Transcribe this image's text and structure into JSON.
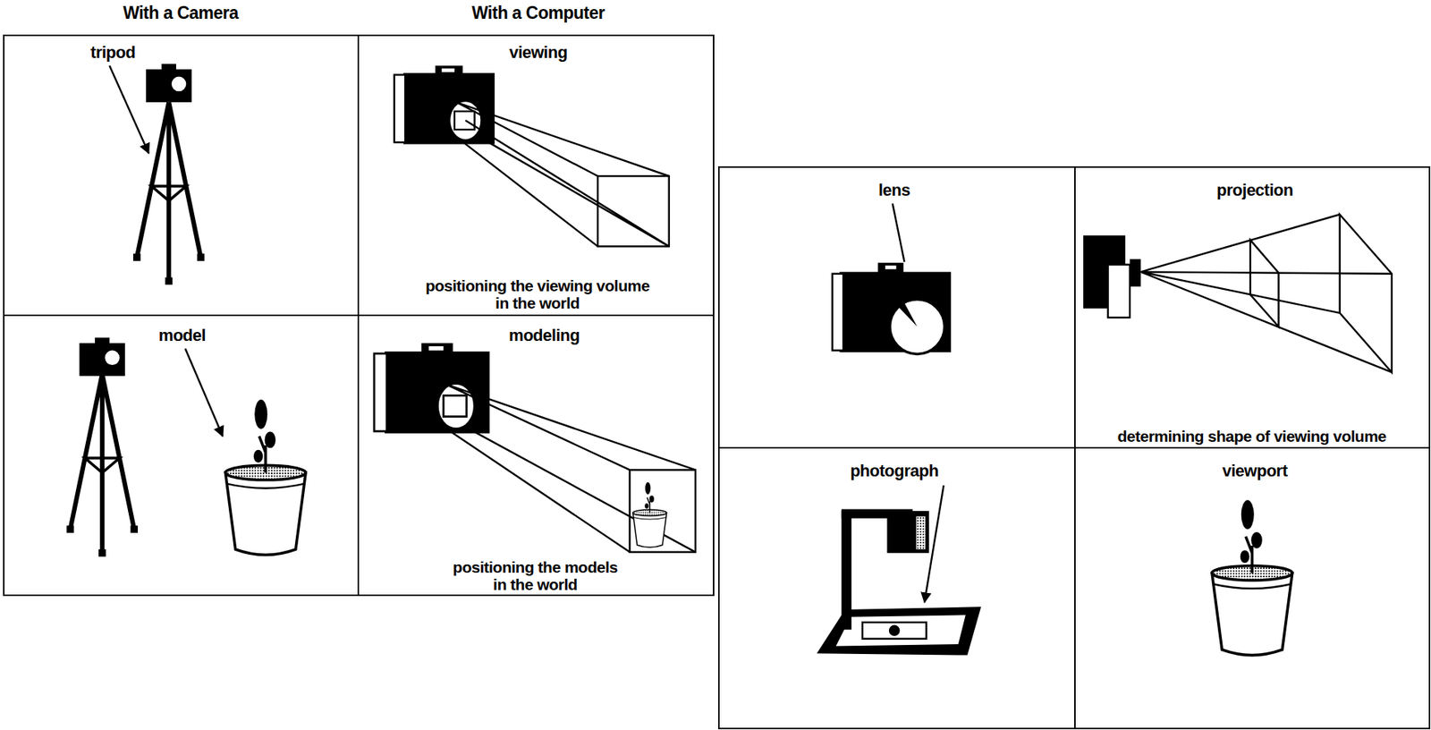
{
  "diagram": {
    "nodes": [
      {
        "text": [
          "tripod"
        ]
      },
      {
        "text": [
          "viewing",
          "positioning the viewing volume in the world"
        ]
      },
      {
        "text": [
          "model"
        ]
      },
      {
        "text": [
          "modeling",
          "positioning the models in the world"
        ]
      },
      {
        "text": [
          "lens"
        ]
      },
      {
        "text": [
          "projection",
          "determining shape of viewing volume"
        ]
      },
      {
        "text": [
          "photograph"
        ]
      },
      {
        "text": [
          "viewport"
        ]
      }
    ],
    "labels": [
      "With a Camera",
      "With a Computer"
    ]
  }
}
